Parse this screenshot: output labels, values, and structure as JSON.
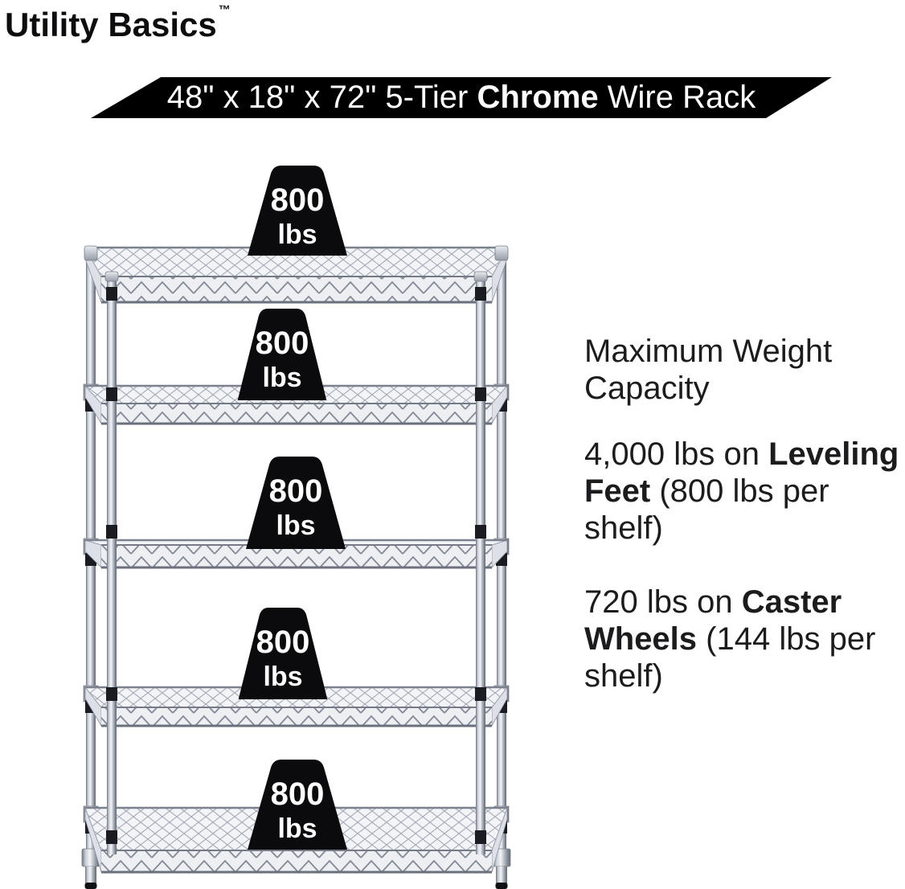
{
  "brand": {
    "name": "Utility Basics",
    "trademark": "™"
  },
  "banner": {
    "pre": "48\" x 18\" x 72\" 5-Tier ",
    "bold": "Chrome",
    "post": " Wire Rack",
    "bg_color": "#000000",
    "text_color": "#ffffff"
  },
  "rack": {
    "tiers": 5,
    "finish": "Chrome",
    "chrome_color": "#c9ced6"
  },
  "badges": [
    {
      "icon": "weight-badge",
      "value": "800",
      "unit": "lbs"
    },
    {
      "icon": "weight-badge",
      "value": "800",
      "unit": "lbs"
    },
    {
      "icon": "weight-badge",
      "value": "800",
      "unit": "lbs"
    },
    {
      "icon": "weight-badge",
      "value": "800",
      "unit": "lbs"
    },
    {
      "icon": "weight-badge",
      "value": "800",
      "unit": "lbs"
    }
  ],
  "capacity": {
    "title": "Maximum Weight Capacity",
    "leveling": {
      "pre": "4,000 lbs on ",
      "bold": "Leveling Feet",
      "post": " (800 lbs per shelf)"
    },
    "caster": {
      "pre": "720 lbs on ",
      "bold": "Caster Wheels",
      "post": " (144 lbs per shelf)"
    }
  },
  "colors": {
    "badge_bg": "#0b0b0d",
    "badge_text": "#ffffff",
    "body_text": "#1c1c1e",
    "background": "#ffffff"
  }
}
